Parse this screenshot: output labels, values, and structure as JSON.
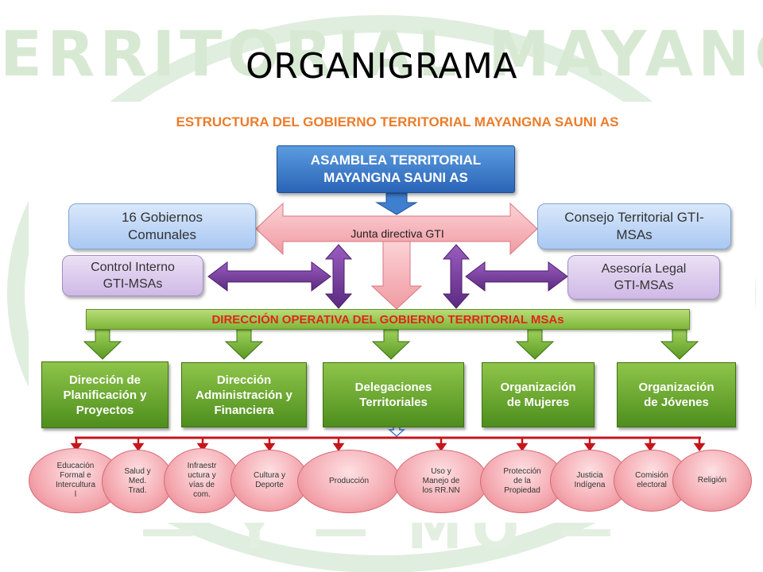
{
  "slide": {
    "title": "ORGANIGRAMA"
  },
  "watermark": {
    "text": "TERRITORIAL MAYANGNA SAUNI AS",
    "color": "#cfe3c4"
  },
  "org_chart": {
    "heading": "ESTRUCTURA DEL GOBIERNO TERRITORIAL MAYANGNA SAUNI AS",
    "assembly": {
      "line1": "ASAMBLEA TERRITORIAL",
      "line2": "MAYANGNA SAUNI AS"
    },
    "left_top": {
      "line1": "16 Gobiernos",
      "line2": "Comunales"
    },
    "right_top": {
      "line1": "Consejo Territorial GTI-",
      "line2": "MSAs"
    },
    "left_mid": {
      "line1": "Control Interno",
      "line2": "GTI-MSAs"
    },
    "right_mid": {
      "line1": "Asesoría Legal",
      "line2": "GTI-MSAs"
    },
    "junta": "Junta directiva GTI",
    "operativa": "DIRECCIÓN OPERATIVA DEL GOBIERNO TERRITORIAL MSAs",
    "departments": [
      {
        "line1": "Dirección de",
        "line2": "Planificación y",
        "line3": "Proyectos"
      },
      {
        "line1": "Dirección",
        "line2": "Administración y",
        "line3": "Financiera"
      },
      {
        "line1": "Delegaciones",
        "line2": "Territoriales",
        "line3": ""
      },
      {
        "line1": "Organización",
        "line2": "de Mujeres",
        "line3": ""
      },
      {
        "line1": "Organización",
        "line2": "de Jóvenes",
        "line3": ""
      }
    ],
    "areas": [
      {
        "lines": [
          "Educación",
          "Formal e",
          "Intercultura",
          "l"
        ]
      },
      {
        "lines": [
          "Salud y",
          "Med.",
          "Trad."
        ]
      },
      {
        "lines": [
          "Infraestr",
          "uctura y",
          "vías de",
          "com."
        ]
      },
      {
        "lines": [
          "Cultura y",
          "Deporte"
        ]
      },
      {
        "lines": [
          "Producción"
        ]
      },
      {
        "lines": [
          "Uso y",
          "Manejo de",
          "los RR.NN"
        ]
      },
      {
        "lines": [
          "Protección",
          "de la",
          "Propiedad"
        ]
      },
      {
        "lines": [
          "Justicia",
          "Indígena"
        ]
      },
      {
        "lines": [
          "Comisión",
          "electoral"
        ]
      },
      {
        "lines": [
          "Religión"
        ]
      }
    ],
    "colors": {
      "heading": "#ec7c2a",
      "assembly": "#2f6cbf",
      "blue_side": "#b7d2f5",
      "purple_side": "#d6c3ea",
      "purple_arrow": "#7a3f9e",
      "pink_arrow": "#f6b5b9",
      "green": "#6aa832",
      "operativa_text": "#e0261b",
      "oval": "#f2a2aa",
      "connector": "#c4161c"
    }
  }
}
